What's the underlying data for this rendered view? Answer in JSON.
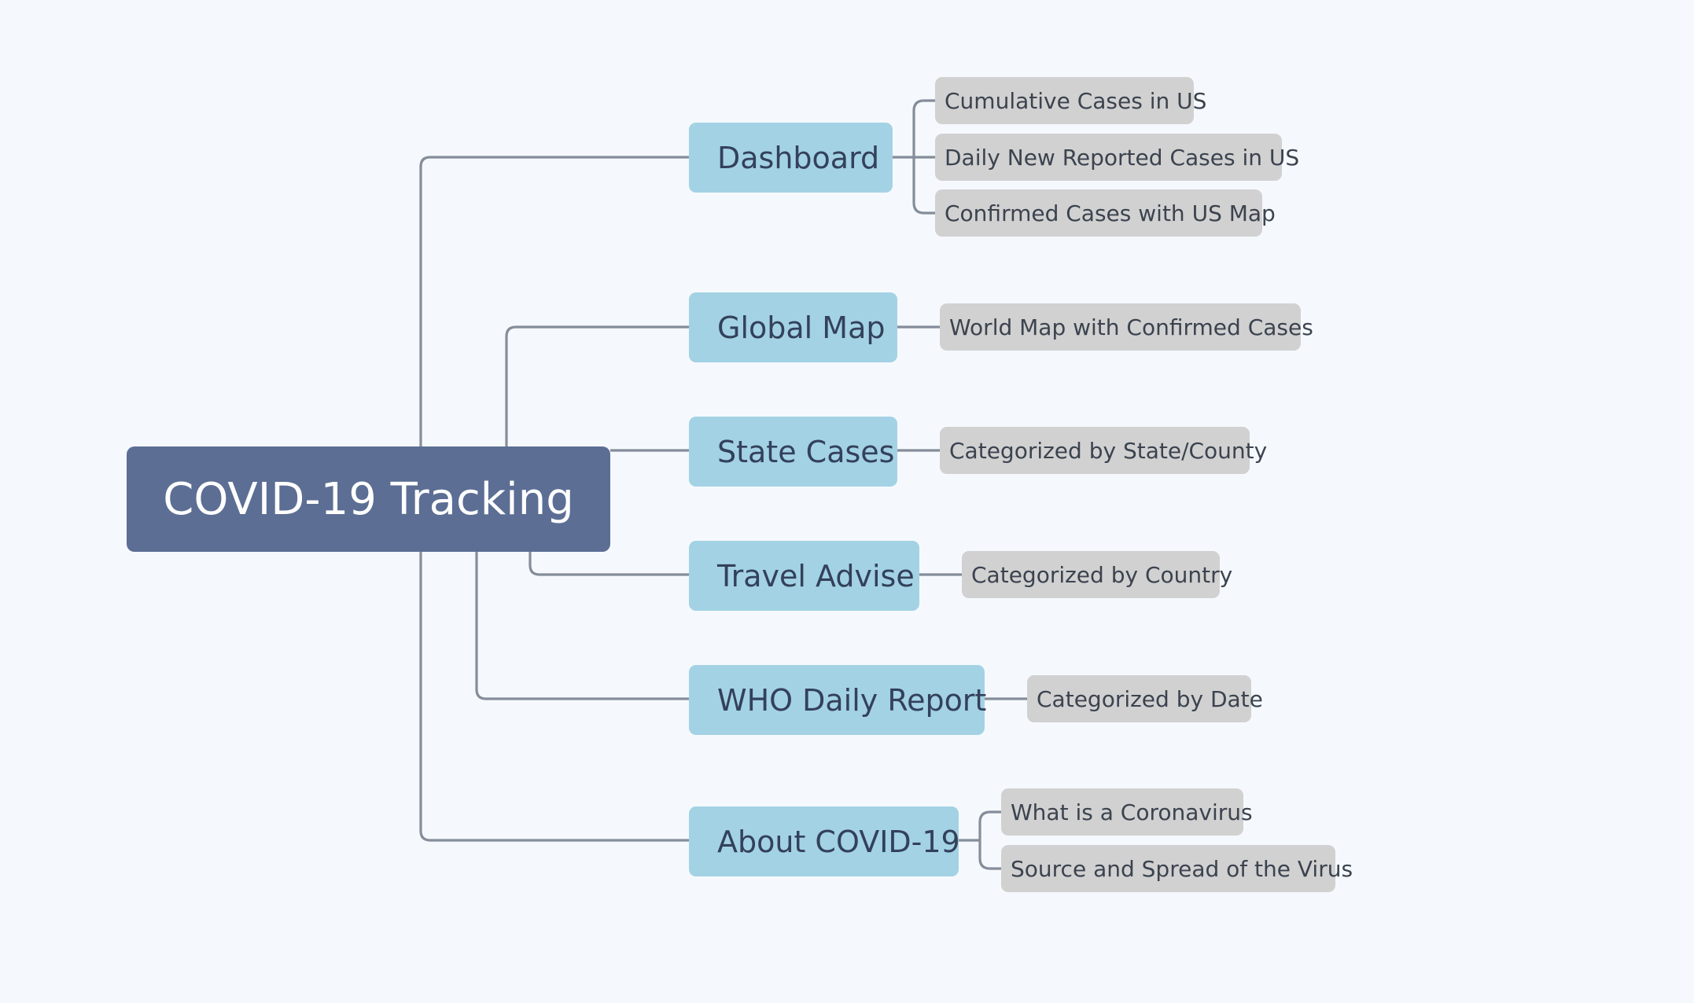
{
  "root": {
    "label": "COVID-19 Tracking",
    "color": "#5c6e94"
  },
  "branches": [
    {
      "label": "Dashboard",
      "children": [
        "Cumulative Cases in US",
        "Daily New Reported Cases in US",
        "Confirmed Cases with US Map"
      ]
    },
    {
      "label": "Global Map",
      "children": [
        "World Map with Confirmed Cases"
      ]
    },
    {
      "label": "State Cases",
      "children": [
        "Categorized by State/County"
      ]
    },
    {
      "label": "Travel Advise",
      "children": [
        "Categorized by Country"
      ]
    },
    {
      "label": "WHO Daily Report",
      "children": [
        "Categorized by Date"
      ]
    },
    {
      "label": "About COVID-19",
      "children": [
        "What is a Coronavirus",
        "Source and Spread of the Virus"
      ]
    }
  ],
  "colors": {
    "background": "#f5f9fd",
    "branch_fill": "#a3d2e4",
    "leaf_fill": "#d1d1d1",
    "connector": "#858d9a"
  }
}
